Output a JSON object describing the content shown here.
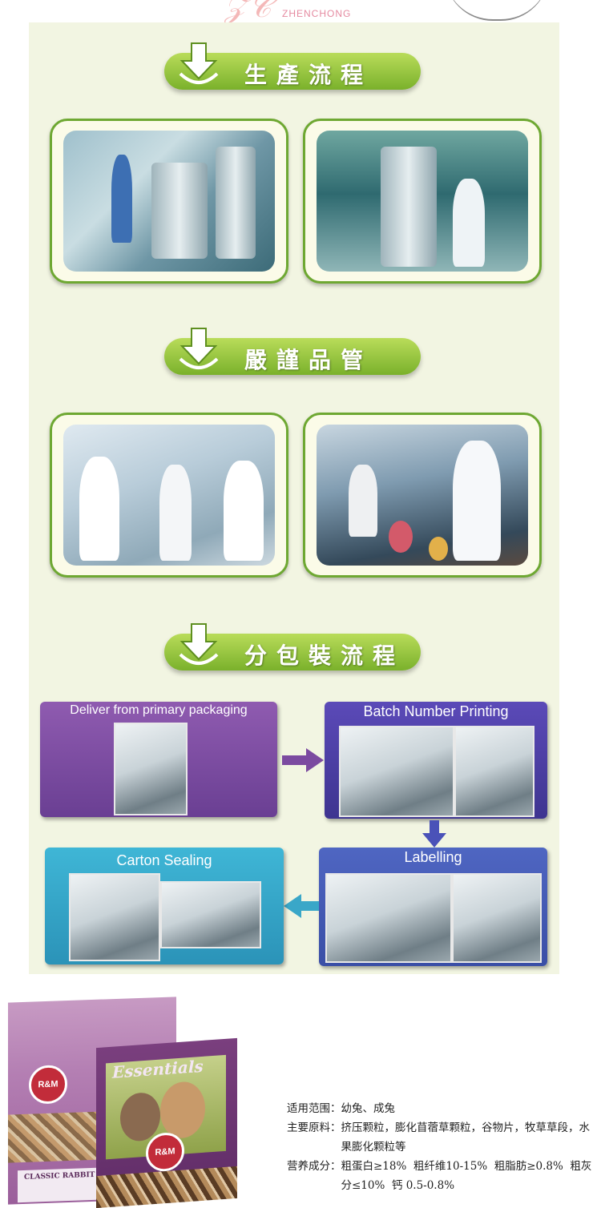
{
  "brand": {
    "logo_word": "ZHENCHONG"
  },
  "sections": [
    {
      "title": "生產流程",
      "icon": "down-arrow-icon"
    },
    {
      "title": "嚴謹品管",
      "icon": "down-arrow-icon"
    },
    {
      "title": "分包裝流程",
      "icon": "down-arrow-icon"
    }
  ],
  "flow": {
    "steps": [
      {
        "label": "Deliver from primary packaging"
      },
      {
        "label": "Batch Number Printing"
      },
      {
        "label": "Labelling"
      },
      {
        "label": "Carton Sealing"
      }
    ]
  },
  "product": {
    "brand_badge": "R&M",
    "bag_front_title": "Essentials",
    "bag_back_title": "CLASSIC RABBIT NA"
  },
  "specs": [
    {
      "label": "适用范围：",
      "value": "幼兔、成兔"
    },
    {
      "label": "主要原料：",
      "value": "挤压颗粒，膨化苜蓿草颗粒，谷物片，牧草草段，水果膨化颗粒等"
    },
    {
      "label": "营养成分：",
      "value": "粗蛋白≥18%  粗纤维10-15%  粗脂肪≥0.8%  粗灰分≤10%  钙 0.5-0.8%"
    }
  ],
  "colors": {
    "panel": "#f2f5e2",
    "section_green": "#7ab12b",
    "frame_green": "#6ea832",
    "flow_purple": "#6a3f93",
    "flow_blue": "#3a4ea6",
    "flow_cyan": "#2b93b8"
  }
}
